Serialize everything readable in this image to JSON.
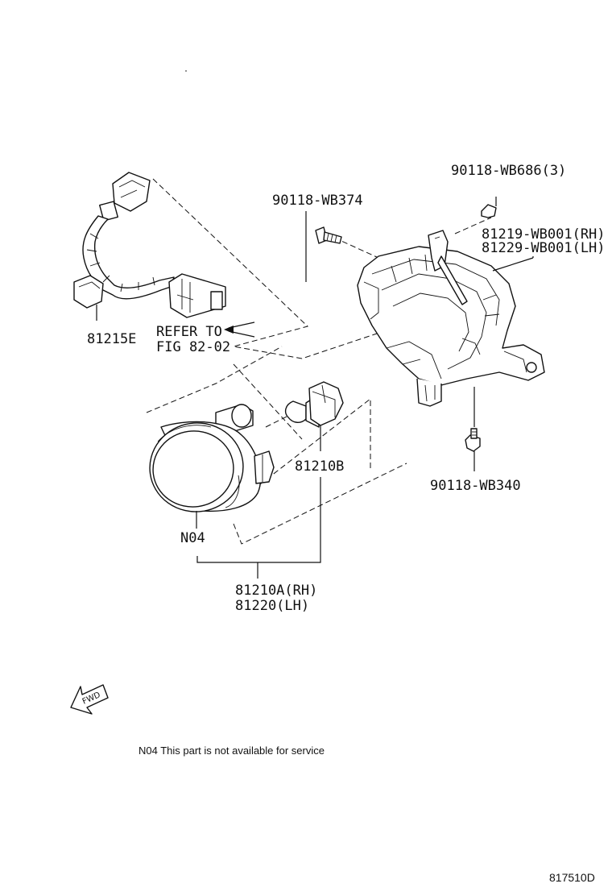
{
  "callouts": {
    "bolt_top_right": "90118-WB686(3)",
    "bolt_top_left": "90118-WB374",
    "bracket_rh": "81219-WB001(RH)",
    "bracket_lh": "81229-WB001(LH)",
    "harness": "81215E",
    "refer_line1": "REFER TO",
    "refer_line2": "FIG 82-02",
    "bulb": "81210B",
    "bolt_bottom": "90118-WB340",
    "note_code": "N04",
    "lamp_rh": "81210A(RH)",
    "lamp_lh": "81220(LH)"
  },
  "fwd_label": "FWD",
  "footnote": "N04 This part is not available for service",
  "figure_code": "817510D"
}
